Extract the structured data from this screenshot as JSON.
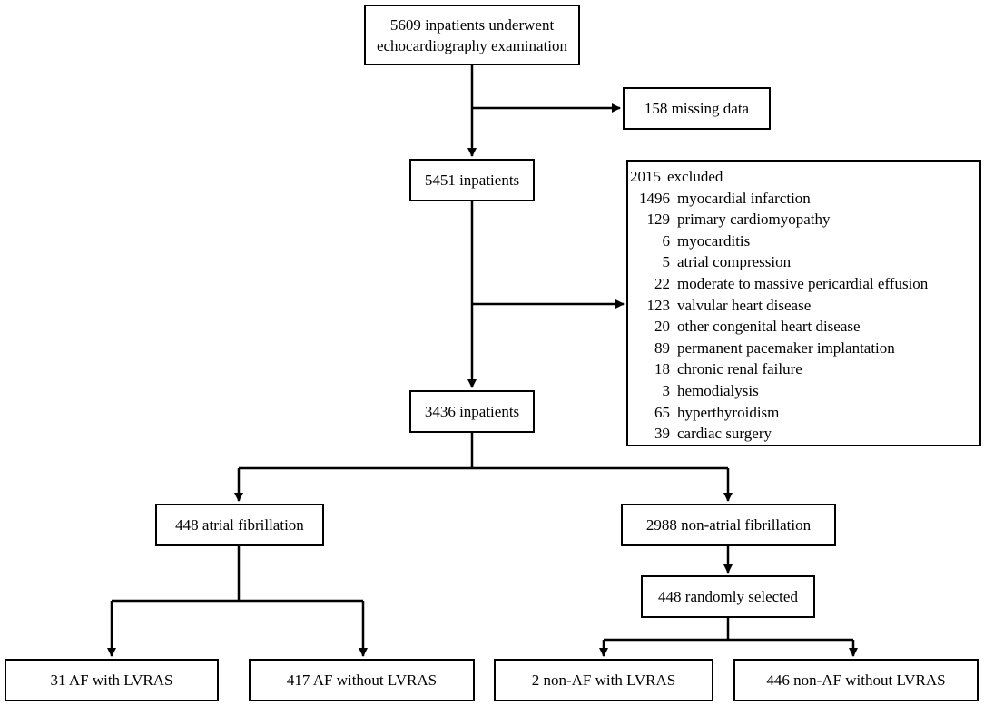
{
  "boxes": {
    "start": {
      "line1": "5609 inpatients underwent",
      "line2": "echocardiography examination"
    },
    "missing": "158 missing data",
    "step2": "5451 inpatients",
    "step3": "3436 inpatients",
    "af": "448 atrial fibrillation",
    "non_af": "2988 non-atrial fibrillation",
    "random": "448 randomly selected",
    "af_lvras": "31 AF with LVRAS",
    "af_no_lvras": "417 AF without LVRAS",
    "nonaf_lvras": "2 non-AF with LVRAS",
    "nonaf_no_lvras": "446 non-AF without LVRAS"
  },
  "exclusions": {
    "count": "2015",
    "label": "excluded",
    "items": [
      {
        "n": "1496",
        "label": "myocardial infarction"
      },
      {
        "n": "129",
        "label": "primary cardiomyopathy"
      },
      {
        "n": "6",
        "label": "myocarditis"
      },
      {
        "n": "5",
        "label": "atrial compression"
      },
      {
        "n": "22",
        "label": "moderate to massive pericardial effusion"
      },
      {
        "n": "123",
        "label": "valvular heart disease"
      },
      {
        "n": "20",
        "label": "other congenital heart disease"
      },
      {
        "n": "89",
        "label": "permanent pacemaker implantation"
      },
      {
        "n": "18",
        "label": "chronic renal failure"
      },
      {
        "n": "3",
        "label": "hemodialysis"
      },
      {
        "n": "65",
        "label": "hyperthyroidism"
      },
      {
        "n": "39",
        "label": "cardiac surgery"
      }
    ]
  }
}
